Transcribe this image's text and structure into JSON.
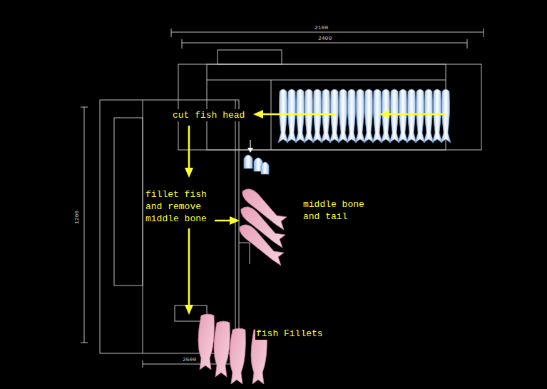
{
  "diagram": {
    "labels": [
      "cut fish head",
      "fillet fish and remove middle bone",
      "middle bone and tail",
      "fish Fillets",
      "2100",
      "2400",
      "1200",
      "2500"
    ]
  }
}
